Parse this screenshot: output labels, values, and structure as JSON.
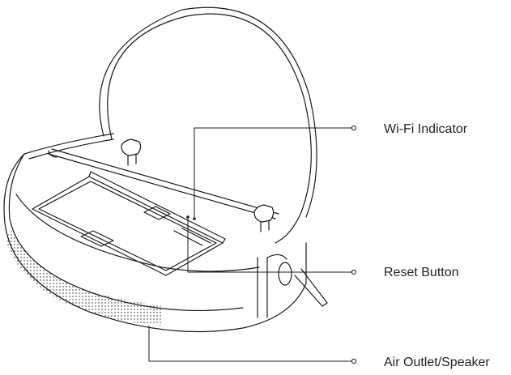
{
  "callouts": {
    "wifi_indicator": "Wi-Fi Indicator",
    "reset_button": "Reset Button",
    "air_outlet_speaker": "Air Outlet/Speaker"
  },
  "colors": {
    "line": "#1a1a1a",
    "fill": "#ffffff"
  }
}
